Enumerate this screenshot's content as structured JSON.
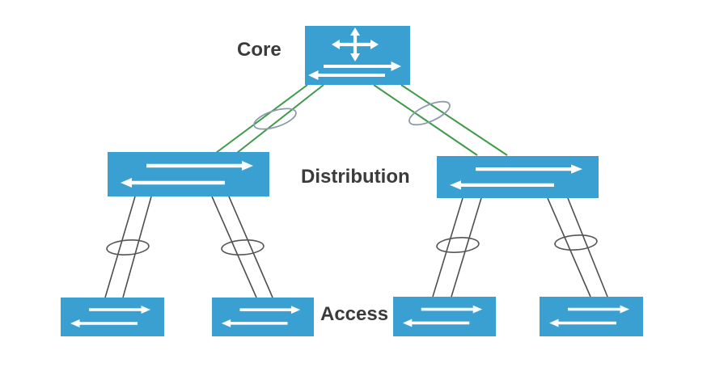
{
  "labels": {
    "core": "Core",
    "distribution": "Distribution",
    "access": "Access"
  },
  "colors": {
    "background": "#ffffff",
    "switch_fill": "#3aa0d2",
    "switch_arrow": "#ffffff",
    "core_link": "#3f9a4a",
    "access_link": "#4f4f4f",
    "bundle_upper": "#8c9caa",
    "bundle_lower": "#555555",
    "label_text": "#3b3b3b"
  },
  "nodes": [
    {
      "id": "core-switch",
      "layer": "Core",
      "icon": "multilayer-switch-icon"
    },
    {
      "id": "distribution-switch-left",
      "layer": "Distribution",
      "icon": "switch-arrows-icon"
    },
    {
      "id": "distribution-switch-right",
      "layer": "Distribution",
      "icon": "switch-arrows-icon"
    },
    {
      "id": "access-switch-1",
      "layer": "Access",
      "icon": "switch-arrows-icon"
    },
    {
      "id": "access-switch-2",
      "layer": "Access",
      "icon": "switch-arrows-icon"
    },
    {
      "id": "access-switch-3",
      "layer": "Access",
      "icon": "switch-arrows-icon"
    },
    {
      "id": "access-switch-4",
      "layer": "Access",
      "icon": "switch-arrows-icon"
    }
  ],
  "links": [
    {
      "from": "core-switch",
      "to": "distribution-switch-left",
      "lines": 2,
      "color_role": "core_link",
      "bundle_marker": "etherchannel-ellipse"
    },
    {
      "from": "core-switch",
      "to": "distribution-switch-right",
      "lines": 2,
      "color_role": "core_link",
      "bundle_marker": "etherchannel-ellipse"
    },
    {
      "from": "distribution-switch-left",
      "to": "access-switch-1",
      "lines": 2,
      "color_role": "access_link",
      "bundle_marker": "etherchannel-ellipse"
    },
    {
      "from": "distribution-switch-left",
      "to": "access-switch-2",
      "lines": 2,
      "color_role": "access_link",
      "bundle_marker": "etherchannel-ellipse"
    },
    {
      "from": "distribution-switch-right",
      "to": "access-switch-3",
      "lines": 2,
      "color_role": "access_link",
      "bundle_marker": "etherchannel-ellipse"
    },
    {
      "from": "distribution-switch-right",
      "to": "access-switch-4",
      "lines": 2,
      "color_role": "access_link",
      "bundle_marker": "etherchannel-ellipse"
    }
  ]
}
